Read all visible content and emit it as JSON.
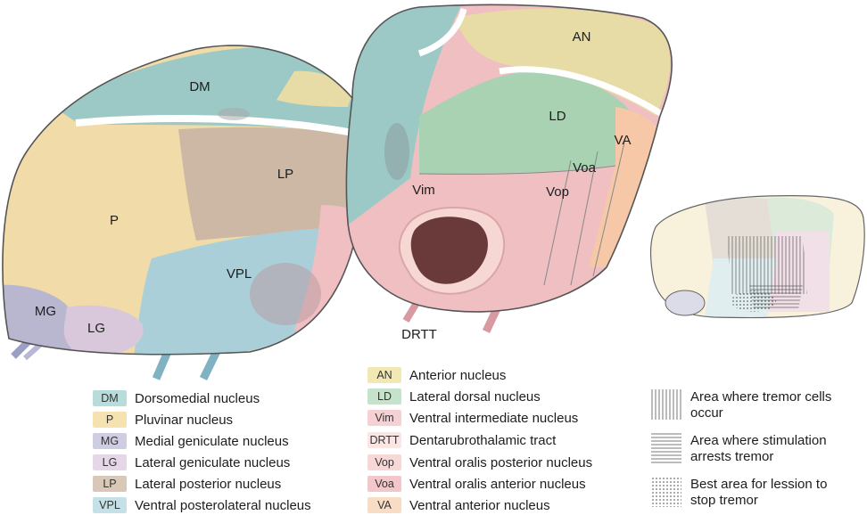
{
  "regions": {
    "DM": "DM",
    "LP": "LP",
    "P": "P",
    "VPL": "VPL",
    "MG": "MG",
    "LG": "LG",
    "AN": "AN",
    "LD": "LD",
    "VA": "VA",
    "Voa": "Voa",
    "Vop": "Vop",
    "Vim": "Vim",
    "DRTT": "DRTT"
  },
  "colors": {
    "DM": "#9cc9c6",
    "P": "#f1dba8",
    "MG": "#b9b7cf",
    "LG": "#d9c7dc",
    "LP": "#cdb8a6",
    "VPL": "#aacfd8",
    "AN": "#e7dca5",
    "LD": "#a9d2b2",
    "Vim": "#efbfc2",
    "DRTT": "#6a3a3a",
    "Vop": "#f4c9c8",
    "Voa": "#f0b6bb",
    "VA": "#f6c8a7"
  },
  "legend_left": [
    {
      "abbr": "DM",
      "name": "Dorsomedial nucleus",
      "color": "#b8dcd9"
    },
    {
      "abbr": "P",
      "name": "Pluvinar nucleus",
      "color": "#f5e2b0"
    },
    {
      "abbr": "MG",
      "name": "Medial geniculate nucleus",
      "color": "#cfcde2"
    },
    {
      "abbr": "LG",
      "name": "Lateral geniculate nucleus",
      "color": "#e5d6e8"
    },
    {
      "abbr": "LP",
      "name": "Lateral posterior nucleus",
      "color": "#d9c7b7"
    },
    {
      "abbr": "VPL",
      "name": "Ventral posterolateral nucleus",
      "color": "#c4e1e8"
    }
  ],
  "legend_mid": [
    {
      "abbr": "AN",
      "name": "Anterior nucleus",
      "color": "#f2e8b4"
    },
    {
      "abbr": "LD",
      "name": "Lateral dorsal nucleus",
      "color": "#c4e3ca"
    },
    {
      "abbr": "Vim",
      "name": "Ventral intermediate nucleus",
      "color": "#f6d1d4"
    },
    {
      "abbr": "DRTT",
      "name": "Dentarubrothalamic tract",
      "color": "#fbe6e6"
    },
    {
      "abbr": "Vop",
      "name": "Ventral oralis posterior nucleus",
      "color": "#f8d7d7"
    },
    {
      "abbr": "Voa",
      "name": "Ventral oralis anterior nucleus",
      "color": "#f3c6ca"
    },
    {
      "abbr": "VA",
      "name": "Ventral anterior nucleus",
      "color": "#f9dcc4"
    }
  ],
  "legend_patterns": [
    {
      "pattern": "vertical-lines",
      "text": "Area where tremor cells occur"
    },
    {
      "pattern": "horizontal-lines",
      "text": "Area where stimulation arrests tremor"
    },
    {
      "pattern": "dots",
      "text": "Best area for lession to stop tremor"
    }
  ]
}
